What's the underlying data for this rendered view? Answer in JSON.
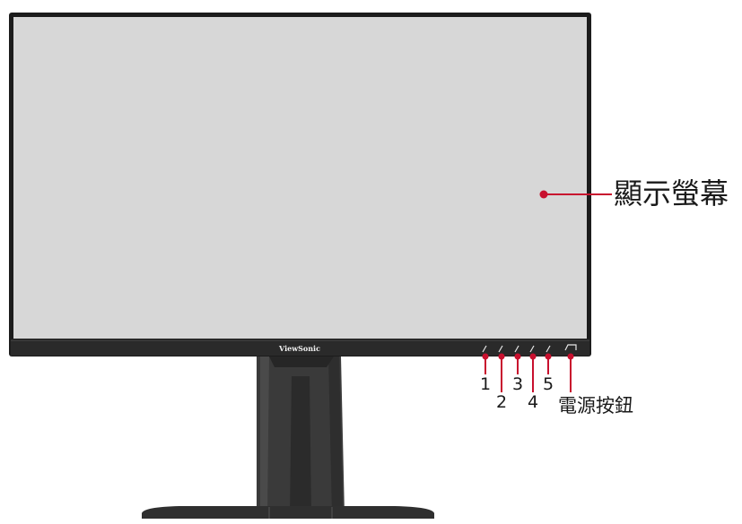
{
  "brand": "ViewSonic",
  "callouts": {
    "screen": "顯示螢幕",
    "power": "電源按鈕"
  },
  "button_numbers": [
    "1",
    "2",
    "3",
    "4",
    "5"
  ],
  "colors": {
    "accent": "#c8102e",
    "screen": "#d7d7d7",
    "bezel": "#1c1c1c",
    "stand": "#3a3a3a"
  }
}
